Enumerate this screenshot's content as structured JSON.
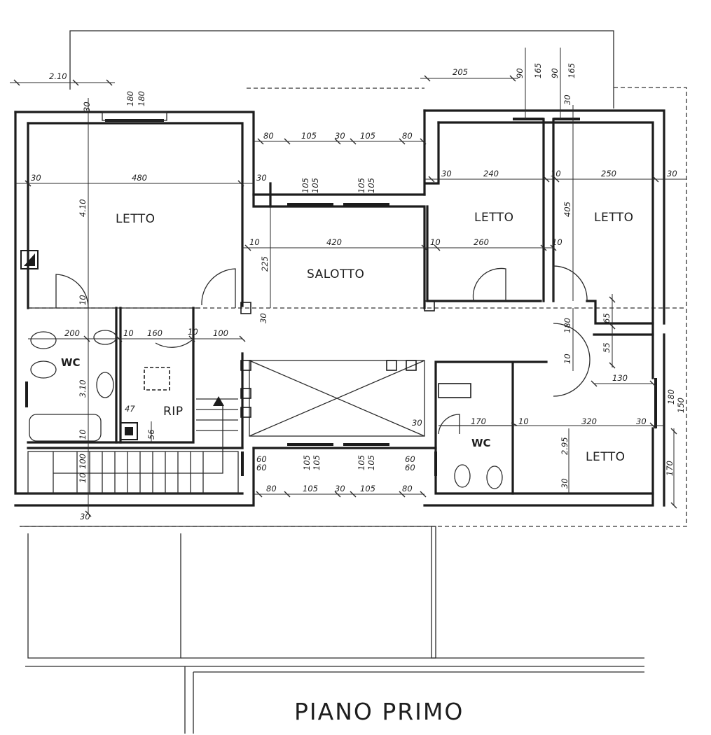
{
  "plan": {
    "title": "PIANO PRIMO",
    "rooms": {
      "letto_nw": "LETTO",
      "letto_n1": "LETTO",
      "letto_n2": "LETTO",
      "letto_se": "LETTO",
      "salotto": "SALOTTO",
      "wc_w": "WC",
      "wc_e": "WC",
      "rip": "RIP"
    },
    "dimensions": {
      "d210": "2.10",
      "d30a": "30",
      "d180": "180",
      "d180b": "180",
      "d205": "205",
      "d90a": "90",
      "d165a": "165",
      "d90b": "90",
      "d165b": "165",
      "d30b": "30",
      "d80a": "80",
      "d105a": "105",
      "d30c": "30",
      "d105b": "105",
      "d80b": "80",
      "d30d": "30",
      "d480": "480",
      "d30e": "30",
      "d105c": "105",
      "d105d": "105",
      "d105e": "105",
      "d105f": "105",
      "d30f": "30",
      "d240": "240",
      "d10a": "10",
      "d250": "250",
      "d30g": "30",
      "d410": "4.10",
      "d405": "405",
      "d10b": "10",
      "d420": "420",
      "d10c": "10",
      "d260": "260",
      "d10d": "10",
      "d225": "225",
      "d10e": "10",
      "d30h": "30",
      "d200": "200",
      "d10f": "10",
      "d160": "160",
      "d10g": "10",
      "d100": "100",
      "d180c": "180",
      "d65a": "65",
      "d55": "55",
      "d10h": "10",
      "d130": "130",
      "d310": "3.10",
      "d47": "47",
      "d56": "56",
      "d10i": "10",
      "d30i": "30",
      "d170": "170",
      "d10j": "10",
      "d320": "320",
      "d30j": "30",
      "d180d": "180",
      "d150": "150",
      "d295": "2.95",
      "d60a": "60",
      "d60b": "60",
      "d105g": "105",
      "d105h": "105",
      "d105i": "105",
      "d105j": "105",
      "d60c": "60",
      "d60d": "60",
      "d100b": "100",
      "d10k": "10",
      "d170b": "170",
      "d30k": "30",
      "d80c": "80",
      "d105k": "105",
      "d30l": "30",
      "d105l": "105",
      "d80d": "80",
      "d30m": "30"
    }
  }
}
